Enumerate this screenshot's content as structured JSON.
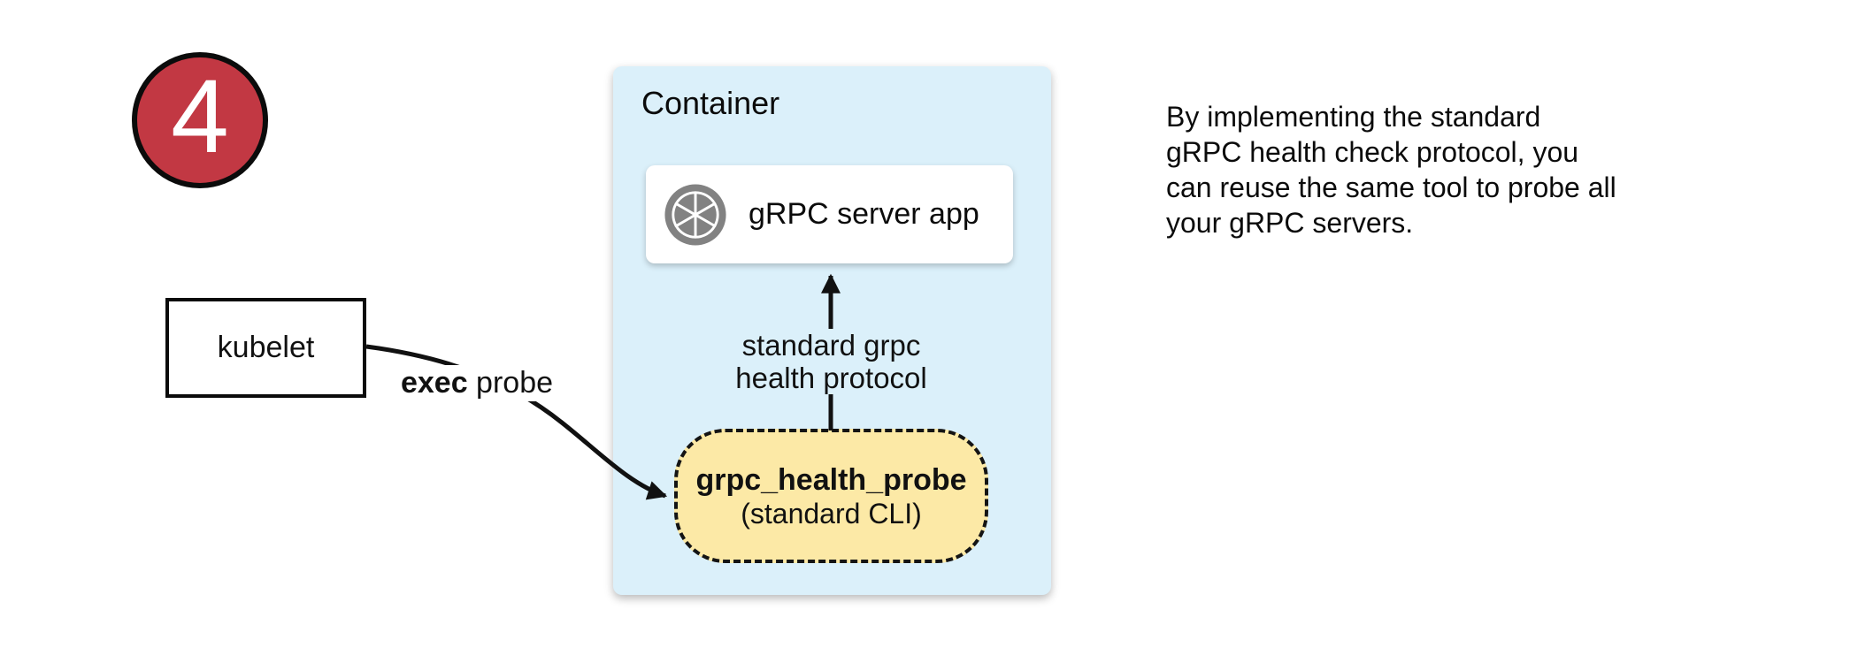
{
  "badge": {
    "number": "4"
  },
  "nodes": {
    "kubelet": {
      "label": "kubelet"
    }
  },
  "container": {
    "label": "Container",
    "app": {
      "label": "gRPC server app",
      "icon": "aperture-icon"
    },
    "probe": {
      "title": "grpc_health_probe",
      "subtitle": "(standard CLI)"
    }
  },
  "edges": {
    "exec": {
      "bold": "exec",
      "rest": " probe"
    },
    "protocol": {
      "line1": "standard grpc",
      "line2": "health protocol"
    }
  },
  "note": {
    "lines": [
      "By implementing the standard",
      "gRPC health check protocol, you",
      "can reuse the same tool to probe all",
      "your gRPC servers."
    ]
  },
  "colors": {
    "container_fill": "#DBF0FA",
    "probe_fill": "#FCE9A6",
    "badge_fill": "#C23843",
    "icon_gray": "#828282"
  }
}
